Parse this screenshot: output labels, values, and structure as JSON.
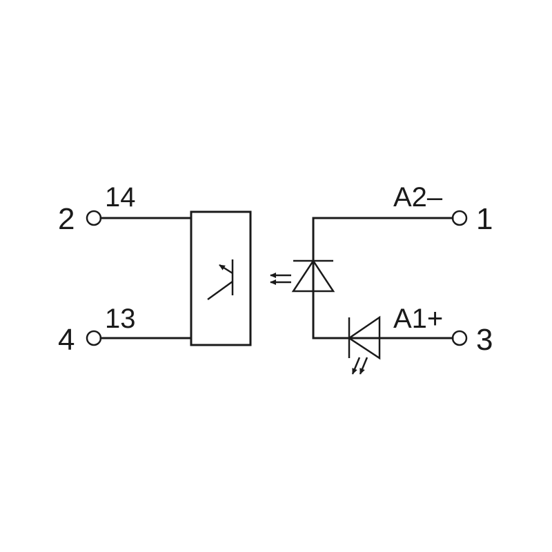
{
  "colors": {
    "line": "#1a1a1a",
    "background": "#ffffff"
  },
  "output_side": {
    "pin_top": "2",
    "label_top": "14",
    "pin_bottom": "4",
    "label_bottom": "13",
    "element": "phototransistor-icon"
  },
  "input_side": {
    "pin_top": "1",
    "label_top": "A2–",
    "pin_bottom": "3",
    "label_bottom": "A1+",
    "elements": [
      "emitter-diode-icon",
      "indicator-led-icon"
    ]
  }
}
